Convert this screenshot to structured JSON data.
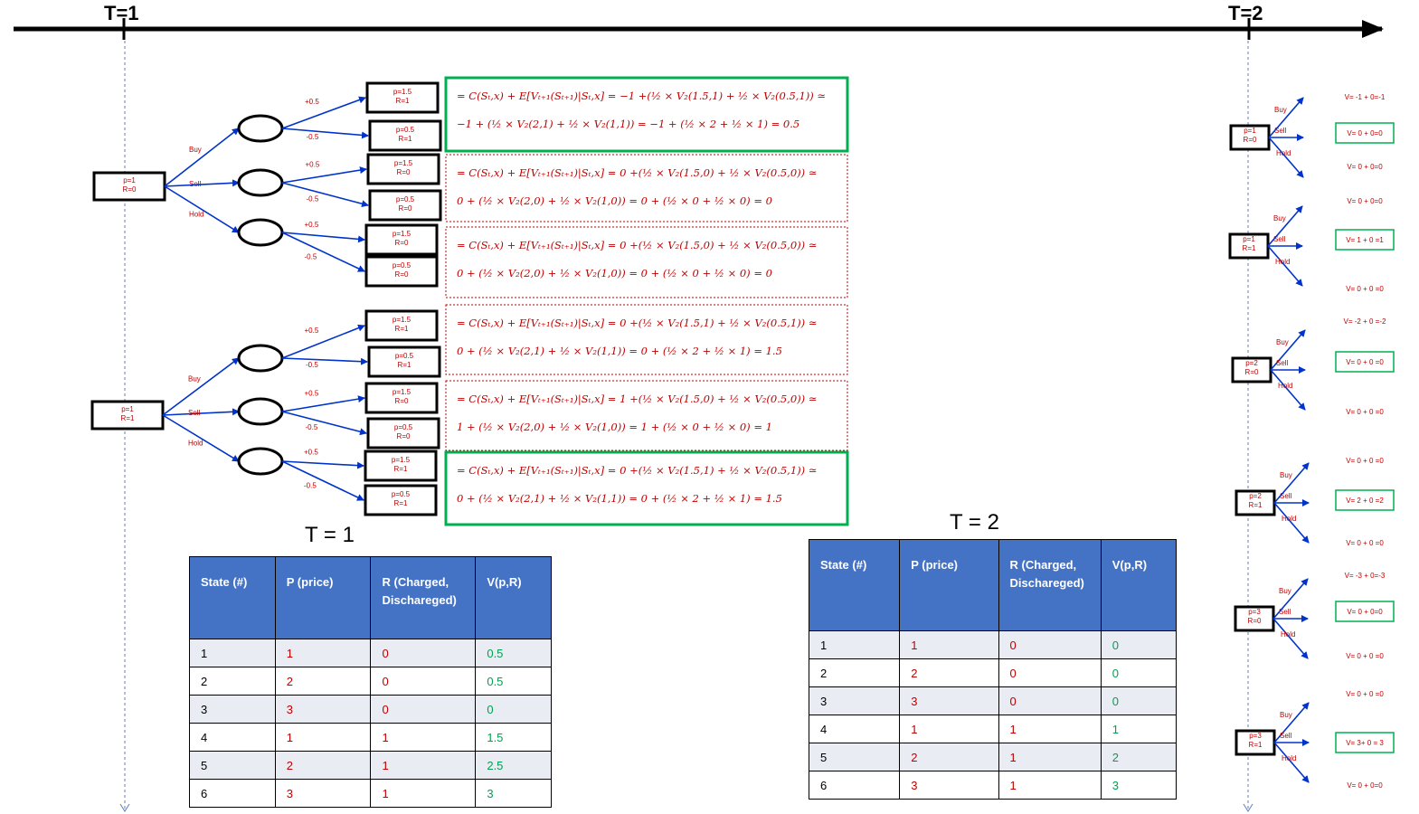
{
  "timeline": {
    "t1_label": "T=1",
    "t2_label": "T=2"
  },
  "tree_t1": {
    "roots": [
      {
        "label": "p=1\nR=0",
        "branches": [
          "Buy",
          "Sell",
          "Hold"
        ]
      },
      {
        "label": "p=1\nR=1",
        "branches": [
          "Buy",
          "Sell",
          "Hold"
        ]
      }
    ],
    "price_moves": [
      "+0.5",
      "-0.5"
    ],
    "leaves": [
      "p=1.5\nR=1",
      "p=0.5\nR=1",
      "p=1.5\nR=0",
      "p=0.5\nR=0",
      "p=1.5\nR=0",
      "p=0.5\nR=0",
      "p=1.5\nR=1",
      "p=0.5\nR=1",
      "p=1.5\nR=0",
      "p=0.5\nR=0",
      "p=1.5\nR=1",
      "p=0.5\nR=1"
    ]
  },
  "equations": [
    {
      "line1": "= C(Sₜ,x) + E[Vₜ₊₁(Sₜ₊₁)|Sₜ,x] = −1 +(½ × V₂(1.5,1) + ½ × V₂(0.5,1)) ≃",
      "line2": "−1 + (½ × V₂(2,1) + ½ × V₂(1,1)) = −1 + (½ × 2 + ½ × 1) = 0.5",
      "highlight": true
    },
    {
      "line1": "= C(Sₜ,x) + E[Vₜ₊₁(Sₜ₊₁)|Sₜ,x] = 0 +(½ × V₂(1.5,0) + ½ × V₂(0.5,0)) ≃",
      "line2": "0 + (½ × V₂(2,0) + ½ × V₂(1,0)) = 0 + (½ × 0 + ½ × 0) = 0",
      "highlight": false
    },
    {
      "line1": "= C(Sₜ,x) + E[Vₜ₊₁(Sₜ₊₁)|Sₜ,x] = 0 +(½ × V₂(1.5,0) + ½ × V₂(0.5,0)) ≃",
      "line2": "0 + (½ × V₂(2,0) + ½ × V₂(1,0)) = 0 + (½ × 0 + ½ × 0) = 0",
      "highlight": false
    },
    {
      "line1": "= C(Sₜ,x) + E[Vₜ₊₁(Sₜ₊₁)|Sₜ,x] = 0 +(½ × V₂(1.5,1) + ½ × V₂(0.5,1)) ≃",
      "line2": "0 + (½ × V₂(2,1) + ½ × V₂(1,1)) = 0 + (½ × 2 + ½ × 1) = 1.5",
      "highlight": false
    },
    {
      "line1": "= C(Sₜ,x) + E[Vₜ₊₁(Sₜ₊₁)|Sₜ,x] = 1 +(½ × V₂(1.5,0) + ½ × V₂(0.5,0)) ≃",
      "line2": "1 + (½ × V₂(2,0) + ½ × V₂(1,0)) = 1 + (½ × 0 + ½ × 0) = 1",
      "highlight": false
    },
    {
      "line1": "= C(Sₜ,x) + E[Vₜ₊₁(Sₜ₊₁)|Sₜ,x] = 0 +(½ × V₂(1.5,1) + ½ × V₂(0.5,1)) ≃",
      "line2": "0 + (½ × V₂(2,1) + ½ × V₂(1,1)) = 0 + (½ × 2 + ½ × 1) = 1.5",
      "highlight": true
    }
  ],
  "tree_t2": [
    {
      "label": "p=1\nR=0",
      "values": [
        "V= -1 + 0=-1",
        "V= 0 + 0=0",
        "V= 0 + 0=0"
      ],
      "best": 1
    },
    {
      "label": "p=1\nR=1",
      "values": [
        "V= 0 + 0=0",
        "V= 1 + 0 =1",
        "V= 0 + 0 =0"
      ],
      "best": 1
    },
    {
      "label": "p=2\nR=0",
      "values": [
        "V= -2 + 0 =-2",
        "V= 0 + 0 =0",
        "V= 0 + 0 =0"
      ],
      "best": 1
    },
    {
      "label": "p=2\nR=1",
      "values": [
        "V= 0 + 0 =0",
        "V= 2 + 0 =2",
        "V= 0 + 0 =0"
      ],
      "best": 1
    },
    {
      "label": "p=3\nR=0",
      "values": [
        "V= -3 + 0=-3",
        "V= 0 + 0=0",
        "V= 0 + 0 =0"
      ],
      "best": 1
    },
    {
      "label": "p=3\nR=1",
      "values": [
        "V= 0 + 0 =0",
        "V= 3+ 0 = 3",
        "V= 0 + 0=0"
      ],
      "best": 1
    }
  ],
  "table_t1": {
    "title": "T = 1",
    "headers": [
      "State (#)",
      "P (price)",
      "R (Charged, Dischareged)",
      "V(p,R)"
    ],
    "rows": [
      [
        "1",
        "1",
        "0",
        "0.5"
      ],
      [
        "2",
        "2",
        "0",
        "0.5"
      ],
      [
        "3",
        "3",
        "0",
        "0"
      ],
      [
        "4",
        "1",
        "1",
        "1.5"
      ],
      [
        "5",
        "2",
        "1",
        "2.5"
      ],
      [
        "6",
        "3",
        "1",
        "3"
      ]
    ]
  },
  "table_t2": {
    "title": "T = 2",
    "headers": [
      "State (#)",
      "P (price)",
      "R (Charged, Dischareged)",
      "V(p,R)"
    ],
    "rows": [
      [
        "1",
        "1",
        "0",
        "0"
      ],
      [
        "2",
        "2",
        "0",
        "0"
      ],
      [
        "3",
        "3",
        "0",
        "0"
      ],
      [
        "4",
        "1",
        "1",
        "1"
      ],
      [
        "5",
        "2",
        "1",
        "2"
      ],
      [
        "6",
        "3",
        "1",
        "3"
      ]
    ]
  },
  "colors": {
    "arrow": "#0033cc",
    "text_red": "#c00000",
    "value_green": "#00a050",
    "highlight_green": "#00b050",
    "table_header": "#4472c4"
  }
}
